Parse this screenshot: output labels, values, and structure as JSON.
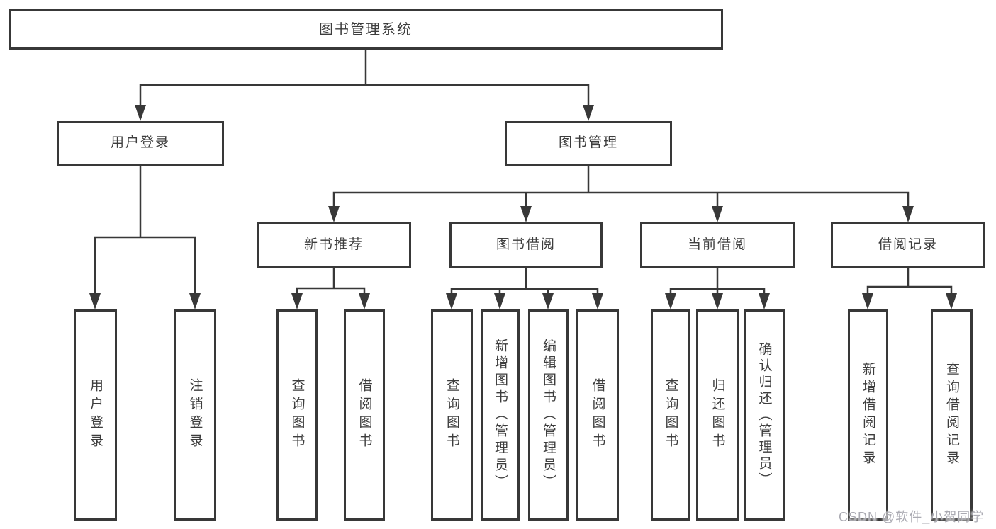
{
  "diagram_title": "图书管理系统",
  "tree": {
    "label": "图书管理系统",
    "children": [
      {
        "label": "用户登录",
        "children": [
          {
            "label": "用户登录"
          },
          {
            "label": "注销登录"
          }
        ]
      },
      {
        "label": "图书管理",
        "children": [
          {
            "label": "新书推荐",
            "children": [
              {
                "label": "查询图书"
              },
              {
                "label": "借阅图书"
              }
            ]
          },
          {
            "label": "图书借阅",
            "children": [
              {
                "label": "查询图书"
              },
              {
                "label": "新增图书（管理员）"
              },
              {
                "label": "编辑图书（管理员）"
              },
              {
                "label": "借阅图书"
              }
            ]
          },
          {
            "label": "当前借阅",
            "children": [
              {
                "label": "查询图书"
              },
              {
                "label": "归还图书"
              },
              {
                "label": "确认归还（管理员）"
              }
            ]
          },
          {
            "label": "借阅记录",
            "children": [
              {
                "label": "新增借阅记录"
              },
              {
                "label": "查询借阅记录"
              }
            ]
          }
        ]
      }
    ]
  },
  "watermark": "CSDN @软件_小贺同学",
  "colors": {
    "line": "#383838",
    "box_border": "#383838",
    "text": "#3d3d3d",
    "background": "#ffffff",
    "watermark": "#aaaab2"
  }
}
